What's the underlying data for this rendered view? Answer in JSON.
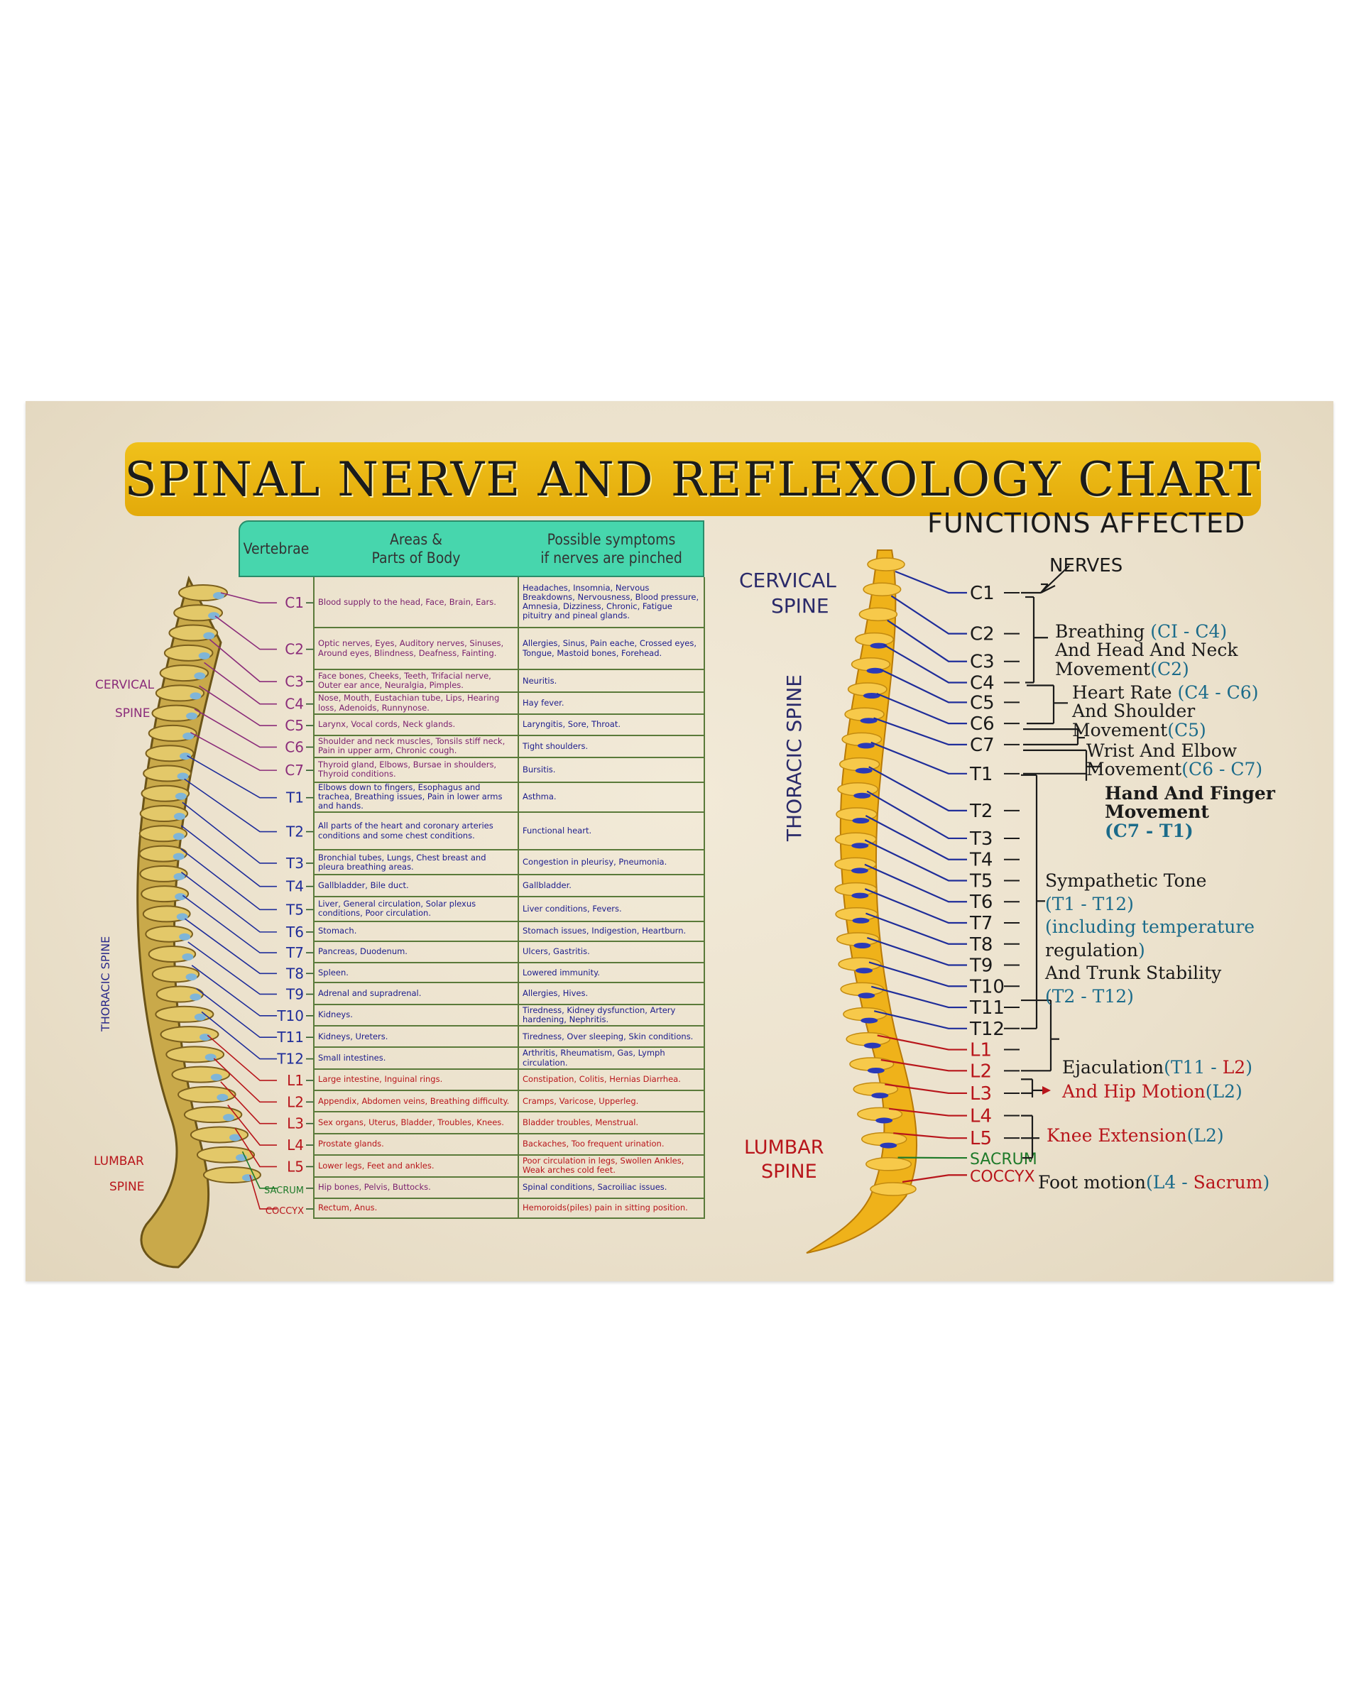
{
  "title": "SPINAL NERVE AND REFLEXOLOGY CHART",
  "left": {
    "labels": {
      "cervical": [
        "CERVICAL",
        "SPINE"
      ],
      "thoracic": "THORACIC SPINE",
      "lumbar": [
        "LUMBAR",
        "SPINE"
      ]
    },
    "table_headers": {
      "vertebrae": "Vertebrae",
      "areas": [
        "Areas &",
        "Parts of Body"
      ],
      "symptoms": [
        "Possible symptoms",
        "if nerves are pinched"
      ]
    },
    "rows": [
      {
        "vertebra": "C1",
        "areas": "Blood supply to the head, Face, Brain, Ears.",
        "symptoms": "Headaches, Insomnia, Nervous Breakdowns, Nervousness, Blood pressure, Amnesia, Dizziness, Chronic, Fatigue pituitry and pineal glands."
      },
      {
        "vertebra": "C2",
        "areas": "Optic nerves, Eyes, Auditory nerves, Sinuses, Around eyes, Blindness, Deafness, Fainting.",
        "symptoms": "Allergies, Sinus, Pain eache, Crossed eyes, Tongue, Mastoid bones, Forehead."
      },
      {
        "vertebra": "C3",
        "areas": "Face bones, Cheeks, Teeth, Trifacial nerve, Outer ear ance, Neuralgia, Pimples.",
        "symptoms": "Neuritis."
      },
      {
        "vertebra": "C4",
        "areas": "Nose, Mouth, Eustachian tube, Lips, Hearing loss, Adenoids, Runnynose.",
        "symptoms": "Hay fever."
      },
      {
        "vertebra": "C5",
        "areas": "Larynx, Vocal cords, Neck glands.",
        "symptoms": "Laryngitis, Sore, Throat."
      },
      {
        "vertebra": "C6",
        "areas": "Shoulder and neck muscles, Tonsils stiff neck, Pain in upper arm, Chronic cough.",
        "symptoms": "Tight shoulders."
      },
      {
        "vertebra": "C7",
        "areas": "Thyroid gland, Elbows, Bursae in shoulders, Thyroid conditions.",
        "symptoms": "Bursitis."
      },
      {
        "vertebra": "T1",
        "areas": "Elbows down to fingers, Esophagus and trachea, Breathing issues, Pain in lower arms and hands.",
        "symptoms": "Asthma."
      },
      {
        "vertebra": "T2",
        "areas": "All parts of the heart and coronary arteries conditions and some chest conditions.",
        "symptoms": "Functional heart."
      },
      {
        "vertebra": "T3",
        "areas": "Bronchial tubes, Lungs, Chest breast and pleura breathing areas.",
        "symptoms": "Congestion in pleurisy, Pneumonia."
      },
      {
        "vertebra": "T4",
        "areas": "Gallbladder, Bile duct.",
        "symptoms": "Gallbladder."
      },
      {
        "vertebra": "T5",
        "areas": "Liver, General circulation, Solar plexus conditions, Poor circulation.",
        "symptoms": "Liver conditions, Fevers."
      },
      {
        "vertebra": "T6",
        "areas": "Stomach.",
        "symptoms": "Stomach issues, Indigestion, Heartburn."
      },
      {
        "vertebra": "T7",
        "areas": "Pancreas, Duodenum.",
        "symptoms": "Ulcers, Gastritis."
      },
      {
        "vertebra": "T8",
        "areas": "Spleen.",
        "symptoms": "Lowered immunity."
      },
      {
        "vertebra": "T9",
        "areas": "Adrenal and supradrenal.",
        "symptoms": "Allergies, Hives."
      },
      {
        "vertebra": "T10",
        "areas": "Kidneys.",
        "symptoms": "Tiredness, Kidney dysfunction, Artery hardening, Nephritis."
      },
      {
        "vertebra": "T11",
        "areas": "Kidneys, Ureters.",
        "symptoms": "Tiredness, Over sleeping, Skin conditions."
      },
      {
        "vertebra": "T12",
        "areas": "Small intestines.",
        "symptoms": "Arthritis, Rheumatism, Gas, Lymph circulation."
      },
      {
        "vertebra": "L1",
        "areas": "Large intestine, Inguinal rings.",
        "symptoms": "Constipation, Colitis, Hernias Diarrhea."
      },
      {
        "vertebra": "L2",
        "areas": "Appendix, Abdomen veins, Breathing difficulty.",
        "symptoms": "Cramps, Varicose, Upperleg."
      },
      {
        "vertebra": "L3",
        "areas": "Sex organs, Uterus, Bladder, Troubles, Knees.",
        "symptoms": "Bladder troubles, Menstrual."
      },
      {
        "vertebra": "L4",
        "areas": "Prostate glands.",
        "symptoms": "Backaches, Too frequent urination."
      },
      {
        "vertebra": "L5",
        "areas": "Lower legs, Feet and ankles.",
        "symptoms": "Poor circulation in legs, Swollen Ankles, Weak arches cold feet."
      },
      {
        "vertebra": "SACRUM",
        "areas": "Hip bones, Pelvis, Buttocks.",
        "symptoms": "Spinal conditions, Sacroiliac issues."
      },
      {
        "vertebra": "COCCYX",
        "areas": "Rectum, Anus.",
        "symptoms": "Hemoroids(piles) pain in sitting position."
      }
    ]
  },
  "right": {
    "title": "FUNCTIONS AFFECTED",
    "nerves_label": "NERVES",
    "labels": {
      "cervical": [
        "CERVICAL",
        "SPINE"
      ],
      "thoracic": "THORACIC SPINE",
      "lumbar": [
        "LUMBAR",
        "SPINE"
      ]
    },
    "vertebrae": [
      "C1",
      "C2",
      "C3",
      "C4",
      "C5",
      "C6",
      "C7",
      "T1",
      "T2",
      "T3",
      "T4",
      "T5",
      "T6",
      "T7",
      "T8",
      "T9",
      "T10",
      "T11",
      "T12",
      "L1",
      "L2",
      "L3",
      "L4",
      "L5",
      "SACRUM",
      "COCCYX"
    ],
    "functions": {
      "breathing": [
        "Breathing ",
        "(CI - C4)",
        "And Head And Neck",
        "Movement",
        "(C2)"
      ],
      "heart": [
        "Heart Rate ",
        "(C4 - C6)",
        "And Shoulder",
        "Movement",
        "(C5)"
      ],
      "wrist": [
        "Wrist And Elbow",
        "Movement",
        "(C6 - C7)"
      ],
      "hand": [
        "Hand And Finger",
        "Movement",
        "(C7 - T1)"
      ],
      "sympathetic": [
        "Sympathetic Tone",
        "(T1 - T12)",
        "(including temperature",
        "regulation",
        ")",
        "And Trunk Stability",
        "(T2 - T12)"
      ],
      "ejaculation": [
        "Ejaculation",
        "(T11 - ",
        "L2",
        ")",
        "And Hip Motion",
        "(L2)"
      ],
      "knee": [
        "Knee Extension",
        "(L2)"
      ],
      "foot": [
        "Foot motion",
        "(L4 - ",
        "Sacrum",
        ")"
      ]
    }
  }
}
